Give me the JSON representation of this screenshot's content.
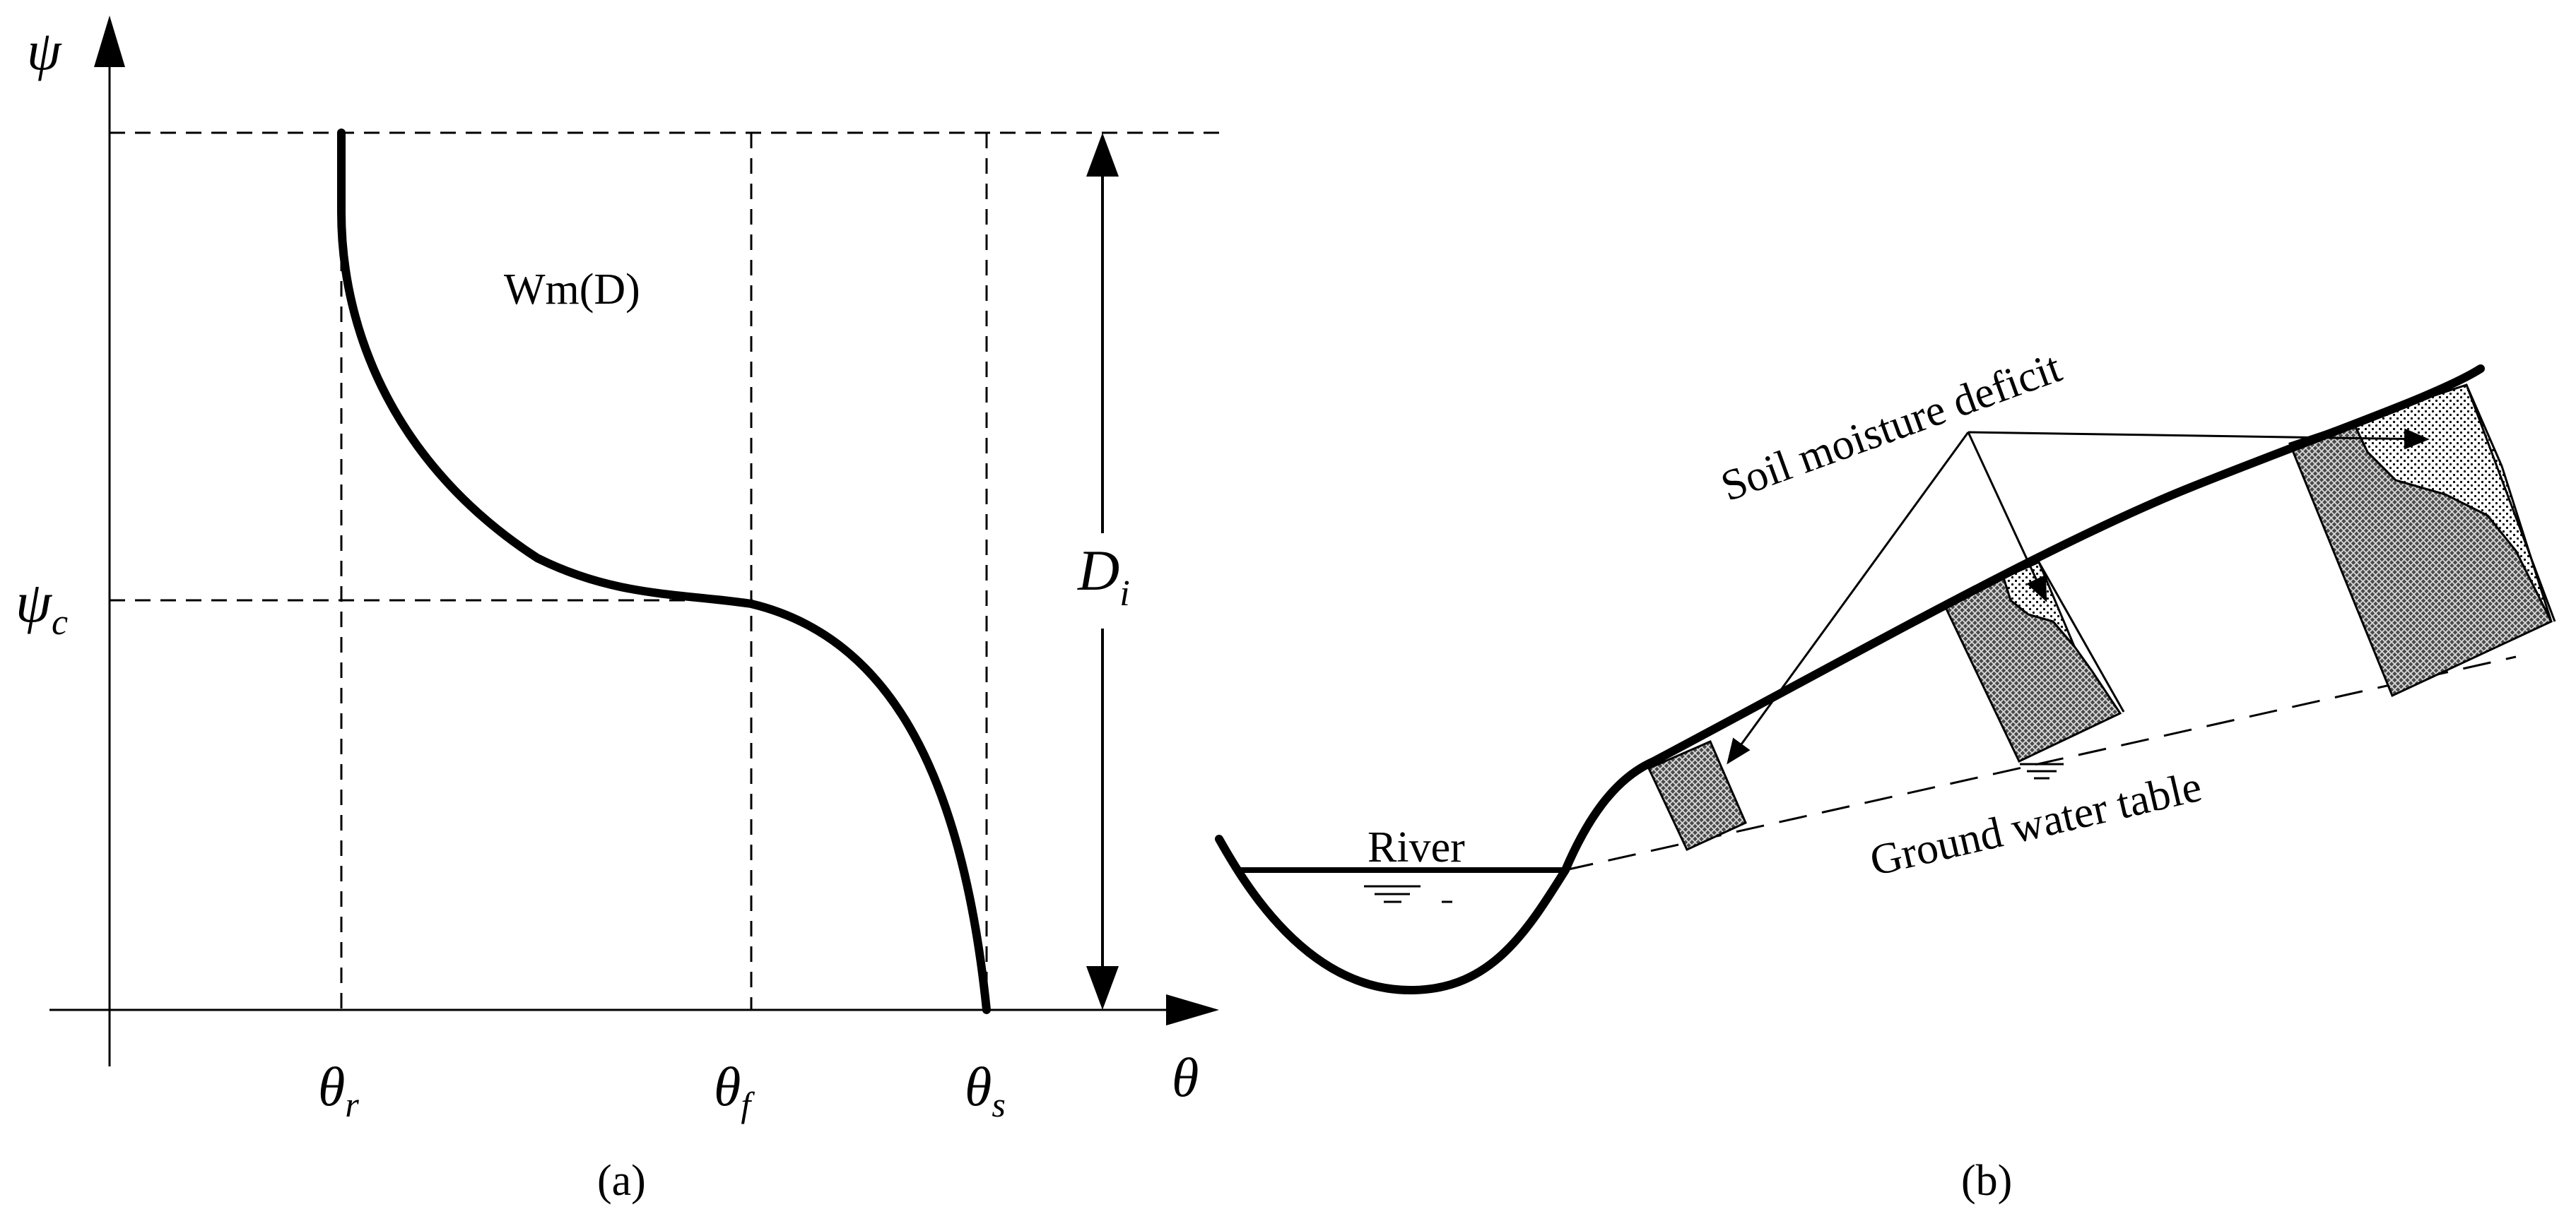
{
  "panel_a": {
    "y_axis_symbol": "ψ",
    "x_axis_symbol": "θ",
    "psi_c": {
      "base": "ψ",
      "sub": "c"
    },
    "theta_r": {
      "base": "θ",
      "sub": "r"
    },
    "theta_f": {
      "base": "θ",
      "sub": "f"
    },
    "theta_s": {
      "base": "θ",
      "sub": "s"
    },
    "D_i": {
      "base": "D",
      "sub": "i"
    },
    "wm_label": "Wm(D)",
    "caption": "(a)"
  },
  "panel_b": {
    "soil_moisture_label": "Soil moisture deficit",
    "river_label": "River",
    "groundwater_label": "Ground water table",
    "caption": "(b)"
  }
}
